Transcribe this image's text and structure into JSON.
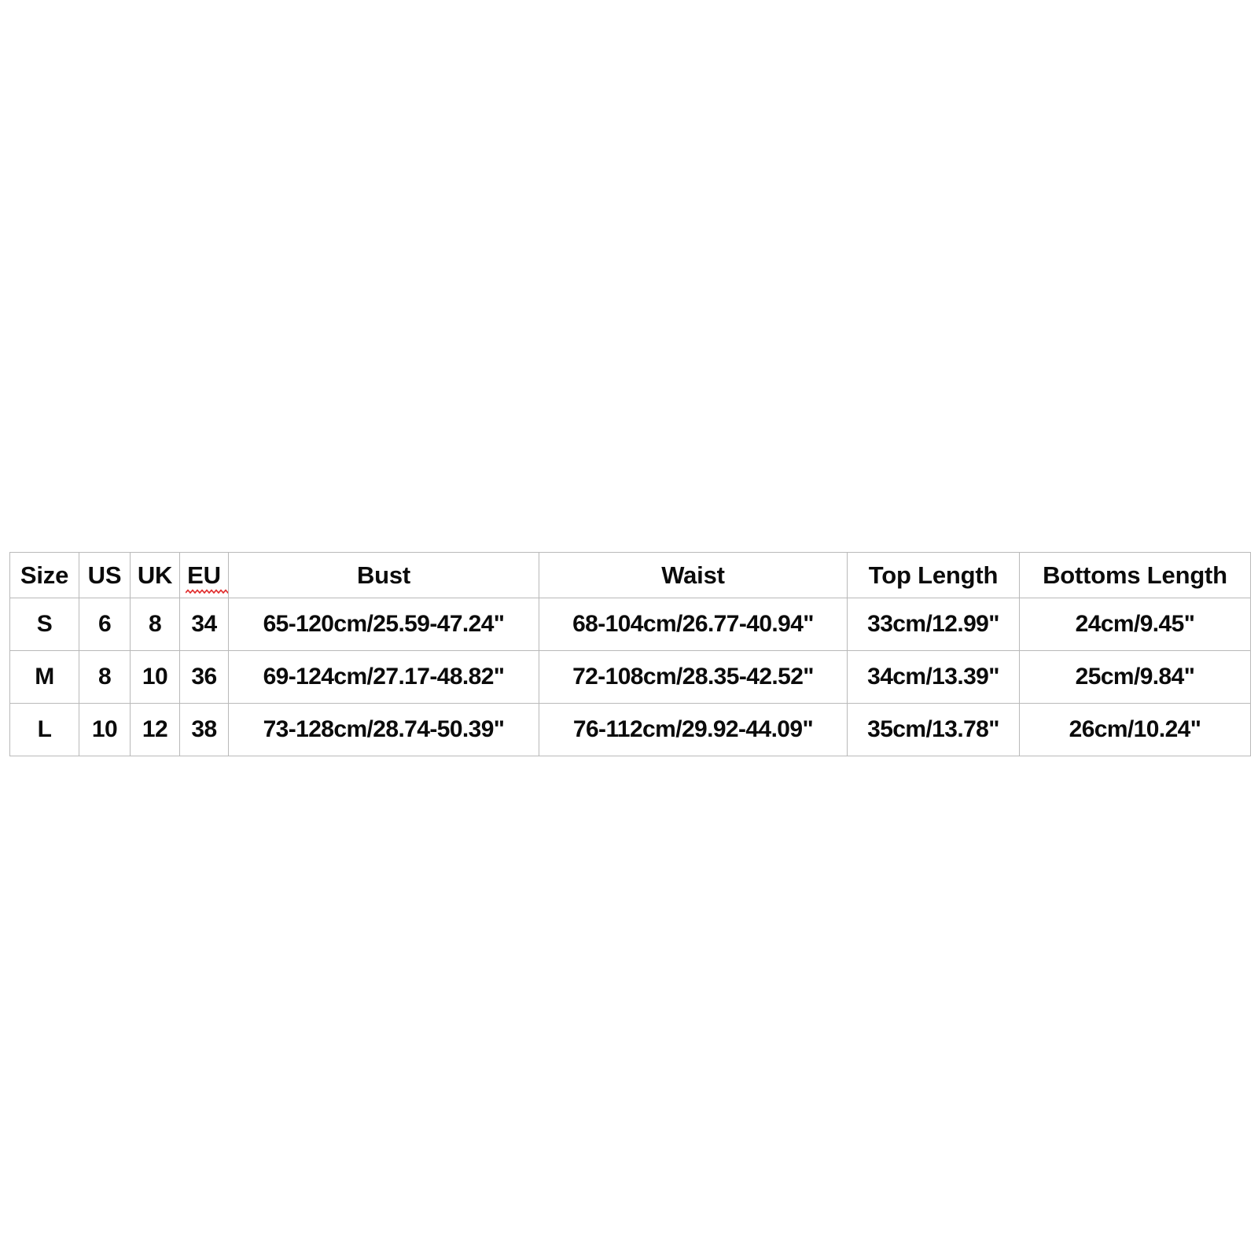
{
  "page": {
    "background_color": "#ffffff",
    "text_color": "#0b0b0b",
    "border_color": "#b9b9b9",
    "spellcheck_underline_color": "#e02b2b"
  },
  "table": {
    "name": "size-chart",
    "headers": [
      "Size",
      "US",
      "UK",
      "EU",
      "Bust",
      "Waist",
      "Top Length",
      "Bottoms Length"
    ],
    "header_flags": {
      "eu_has_spellcheck_underline": true
    },
    "rows": [
      {
        "size": "S",
        "us": "6",
        "uk": "8",
        "eu": "34",
        "bust": "65-120cm/25.59-47.24\"",
        "waist": "68-104cm/26.77-40.94\"",
        "top_length": "33cm/12.99\"",
        "bottoms_length": "24cm/9.45\""
      },
      {
        "size": "M",
        "us": "8",
        "uk": "10",
        "eu": "36",
        "bust": "69-124cm/27.17-48.82\"",
        "waist": "72-108cm/28.35-42.52\"",
        "top_length": "34cm/13.39\"",
        "bottoms_length": "25cm/9.84\""
      },
      {
        "size": "L",
        "us": "10",
        "uk": "12",
        "eu": "38",
        "bust": "73-128cm/28.74-50.39\"",
        "waist": "76-112cm/29.92-44.09\"",
        "top_length": "35cm/13.78\"",
        "bottoms_length": "26cm/10.24\""
      }
    ]
  }
}
